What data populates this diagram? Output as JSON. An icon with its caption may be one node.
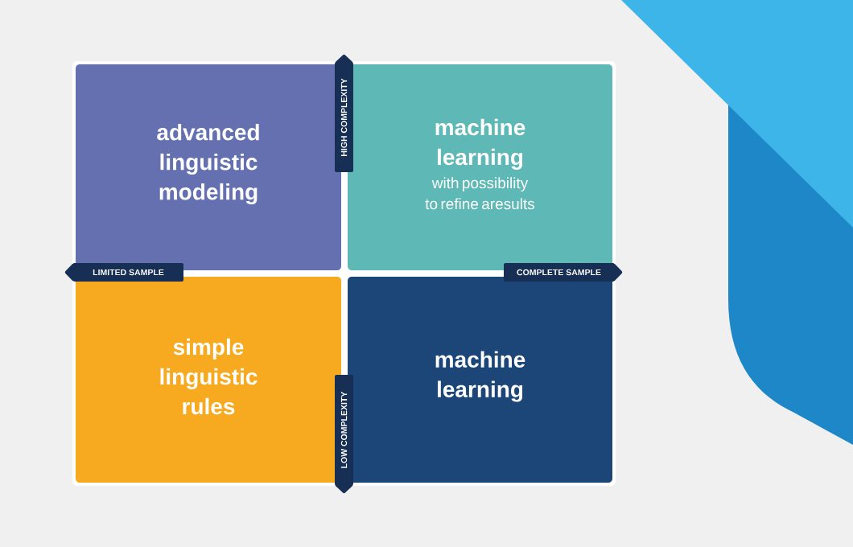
{
  "diagram": {
    "nodes": [
      {
        "text": [
          "advanced linguistic modeling"
        ]
      },
      {
        "text": [
          "machine learning",
          "with possibility to refine aresults"
        ]
      },
      {
        "text": [
          "simple linguistic rules"
        ]
      },
      {
        "text": [
          "machine learning"
        ]
      }
    ],
    "labels": [
      "HIGH COMPLEXITY",
      "LIMITED SAMPLE",
      "COMPLETE SAMPLE",
      "LOW COMPLEXITY"
    ]
  }
}
